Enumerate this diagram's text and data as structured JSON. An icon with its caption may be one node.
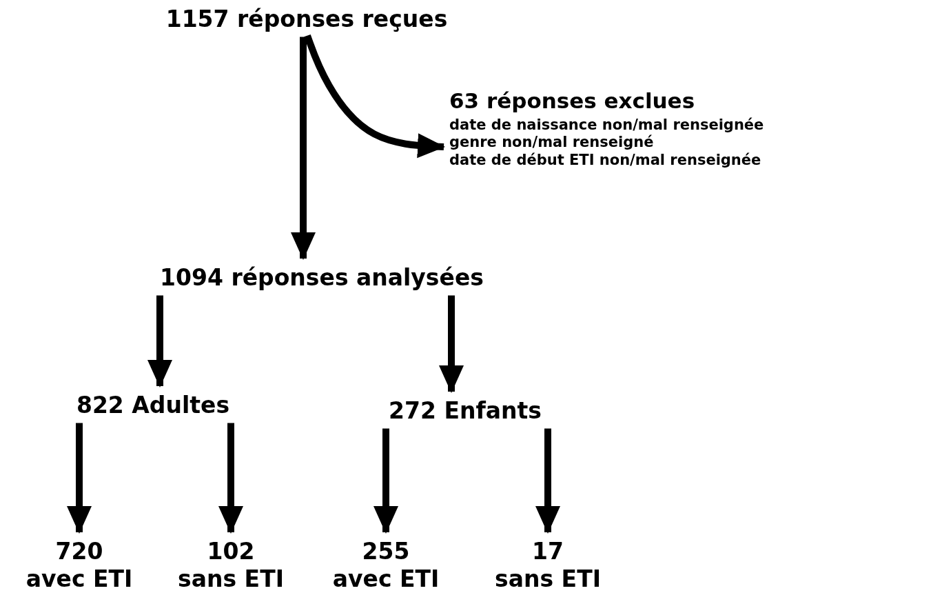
{
  "diagram": {
    "nodes": [
      {
        "text": [
          "1157 réponses reçues"
        ]
      },
      {
        "text": [
          "63 réponses exclues",
          "date de naissance non/mal renseignée",
          "genre non/mal renseigné",
          "date de début ETI non/mal renseignée"
        ]
      },
      {
        "text": [
          "1094 réponses analysées"
        ]
      },
      {
        "text": [
          "822 Adultes"
        ]
      },
      {
        "text": [
          "272 Enfants"
        ]
      },
      {
        "text": [
          "720",
          "avec ETI"
        ]
      },
      {
        "text": [
          "102",
          "sans ETI"
        ]
      },
      {
        "text": [
          "255",
          "avec ETI"
        ]
      },
      {
        "text": [
          "17",
          "sans ETI"
        ]
      }
    ],
    "edges": [
      {
        "from": 0,
        "to": 1,
        "arrow": "to"
      },
      {
        "from": 0,
        "to": 2,
        "arrow": "to"
      },
      {
        "from": 2,
        "to": 3,
        "arrow": "to"
      },
      {
        "from": 2,
        "to": 4,
        "arrow": "to"
      },
      {
        "from": 3,
        "to": 5,
        "arrow": "to"
      },
      {
        "from": 3,
        "to": 6,
        "arrow": "to"
      },
      {
        "from": 4,
        "to": 7,
        "arrow": "to"
      },
      {
        "from": 4,
        "to": 8,
        "arrow": "to"
      }
    ]
  }
}
